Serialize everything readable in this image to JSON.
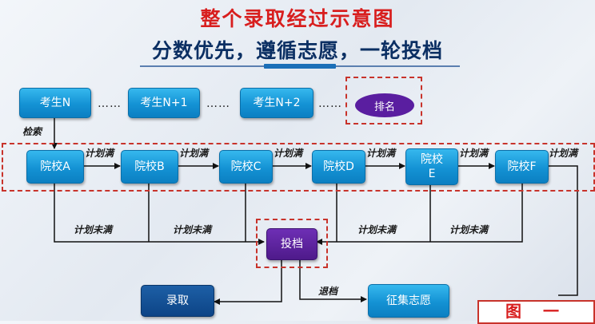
{
  "title": "整个录取经过示意图",
  "subtitle": "分数优先，遵循志愿，一轮投档",
  "candidates": [
    "考生N",
    "考生N+1",
    "考生N+2"
  ],
  "dots": "……",
  "ranking": "排名",
  "search_label": "检索",
  "schools": [
    "院校A",
    "院校B",
    "院校C",
    "院校D",
    "院校\nE",
    "院校F"
  ],
  "plan_full": "计划满",
  "plan_not_full": "计划未满",
  "submit": "投档",
  "admit": "录取",
  "withdraw": "退档",
  "collect": "征集志愿",
  "figure_label": "图 一"
}
